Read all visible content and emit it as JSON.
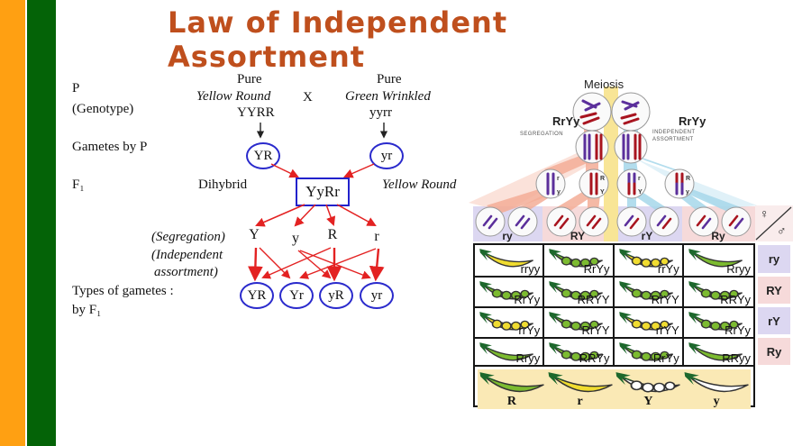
{
  "slide": {
    "title_line1": "Law of Independent",
    "title_line2": "Assortment"
  },
  "left_diagram": {
    "p_label": "P",
    "genotype_label": "(Genotype)",
    "pure_left": "Pure",
    "parent_left_phenotype": "Yellow Round",
    "cross_symbol": "X",
    "pure_right": "Pure",
    "parent_right_phenotype": "Green Wrinkled",
    "parent_left_genotype": "YYRR",
    "parent_right_genotype": "yyrr",
    "gametes_by_p_label": "Gametes by P",
    "gamete_left": "YR",
    "gamete_right": "yr",
    "f1_label": "F₁",
    "dihybrid_label": "Dihybrid",
    "f1_genotype": "YyRr",
    "f1_phenotype": "Yellow Round",
    "segregation_note": "(Segregation)",
    "independent_note": "(Independent",
    "assortment_note": "assortment)",
    "alleles": [
      "Y",
      "y",
      "R",
      "r"
    ],
    "f1_gametes": [
      "YR",
      "Yr",
      "yR",
      "yr"
    ],
    "types_of_gametes_label": "Types of gametes :",
    "by_f1_label": "by  F₁"
  },
  "meiosis": {
    "title": "Meiosis",
    "parent_cell_left": "RrYy",
    "parent_cell_right": "RrYy",
    "segregation_label": "SEGREGATION",
    "independent_label": "INDEPENDENT",
    "assortment_label": "ASSORTMENT",
    "daughters": [
      {
        "top": "r",
        "bottom": "y"
      },
      {
        "top": "R",
        "bottom": "Y"
      },
      {
        "top": "r",
        "bottom": "Y"
      },
      {
        "top": "R",
        "bottom": "y"
      }
    ]
  },
  "punnett": {
    "female_symbol": "♀",
    "male_symbol": "♂",
    "col_headers": [
      "ry",
      "RY",
      "rY",
      "Ry"
    ],
    "row_headers": [
      "ry",
      "RY",
      "rY",
      "Ry"
    ],
    "rows": [
      {
        "cells": [
          {
            "genotype": "rryy",
            "pod": "yellow-smooth"
          },
          {
            "genotype": "RrYy",
            "pod": "green-bumpy"
          },
          {
            "genotype": "rrYy",
            "pod": "yellow-bumpy"
          },
          {
            "genotype": "Rryy",
            "pod": "green-smooth"
          }
        ]
      },
      {
        "cells": [
          {
            "genotype": "RrYy",
            "pod": "green-bumpy"
          },
          {
            "genotype": "RRYY",
            "pod": "green-bumpy"
          },
          {
            "genotype": "RrYY",
            "pod": "green-bumpy"
          },
          {
            "genotype": "RRYy",
            "pod": "green-bumpy"
          }
        ]
      },
      {
        "cells": [
          {
            "genotype": "rrYy",
            "pod": "yellow-bumpy"
          },
          {
            "genotype": "RrYY",
            "pod": "green-bumpy"
          },
          {
            "genotype": "rrYY",
            "pod": "yellow-bumpy"
          },
          {
            "genotype": "RrYy",
            "pod": "green-bumpy"
          }
        ]
      },
      {
        "cells": [
          {
            "genotype": "Rryy",
            "pod": "green-smooth"
          },
          {
            "genotype": "RRYy",
            "pod": "green-bumpy"
          },
          {
            "genotype": "RrYy",
            "pod": "green-bumpy"
          },
          {
            "genotype": "RRyy",
            "pod": "green-smooth"
          }
        ]
      }
    ],
    "legend": [
      {
        "allele": "R",
        "pod": "green-smooth"
      },
      {
        "allele": "r",
        "pod": "yellow-smooth"
      },
      {
        "allele": "Y",
        "pod": "white-bumpy"
      },
      {
        "allele": "y",
        "pod": "white-smooth"
      }
    ]
  },
  "colors": {
    "title": "#bf4f1d",
    "stripe_orange": "#ffa012",
    "stripe_green": "#046307",
    "diagram_blue": "#2a2acc",
    "arrow_red": "#e32222",
    "pod_green": "#7cbb30",
    "pod_yellow": "#f0dc30",
    "legend_bg": "#fae9b5",
    "band_lavender": "#dcd7f1",
    "band_pink": "#f6dada",
    "fan_salmon": "#f3ad96",
    "fan_blue": "#a6d7ea",
    "band_yellow": "#f8e596",
    "chromosome_red": "#a8141f",
    "chromosome_purple": "#5b2f9b"
  }
}
